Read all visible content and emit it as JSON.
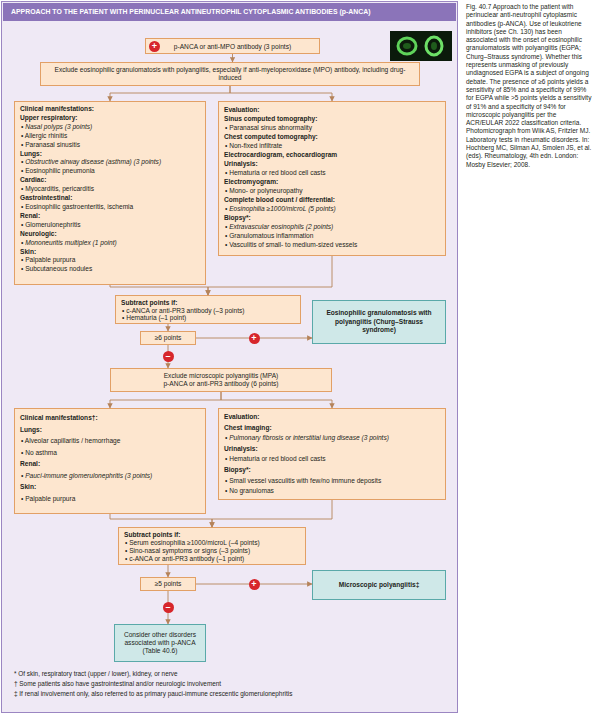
{
  "diagram": {
    "title": "APPROACH TO THE PATIENT WITH PERINUCLEAR ANTINEUTROPHIL CYTOPLASMIC ANTIBODIES (p-ANCA)",
    "caption": "Fig. 40.7 Approach to the patient with perinuclear anti-neutrophil cytoplasmic antibodies (p-ANCA). Use of leukotriene inhibitors (see Ch. 130) has been associated with the onset of eosinophilic granulomatosis with polyangiitis (EGPA; Churg–Strauss syndrome). Whether this represents unmasking of previously undiagnosed EGPA is a subject of ongoing debate. The presence of ≥6 points yields a sensitivity of 85% and a specificity of 99% for EGPA while >5 points yields a sensitivity of 91% and a specificity of 94% for microscopic polyangiitis per the ACR/EULAR 2022 classification criteria. Photomicrograph from Wiik AS, Fritzler MJ. Laboratory tests in rheumatic disorders. In: Hochberg MC, Silman AJ, Smolen JS, et al. (eds). Rheumatology, 4th edn. London: Mosby Elsevier; 2008.",
    "nodes": [
      {
        "text": [
          "p-ANCA or anti-MPO antibody (3 points)"
        ]
      },
      {
        "text": [
          "+"
        ],
        "in": 0
      },
      {
        "text": [
          "Exclude eosinophilic granulomatosis with polyangiitis, especially if anti-myeloperoxidase (MPO) antibody, including drug-induced"
        ]
      },
      {
        "text": [
          "Clinical manifestations:",
          "Upper respiratory:",
          "• Nasal polyps (3 points)",
          "• Allergic rhinitis",
          "• Paranasal sinusitis",
          "Lungs:",
          "• Obstructive airway disease (asthma) (3 points)",
          "• Eosinophilic pneumonia",
          "Cardiac:",
          "• Myocarditis, pericarditis",
          "Gastrointestinal:",
          "• Eosinophilic gastroenteritis, ischemia",
          "Renal:",
          "• Glomerulonephritis",
          "Neurologic:",
          "• Mononeuritis multiplex (1 point)",
          "Skin:",
          "• Palpable purpura",
          "• Subcutaneous nodules"
        ]
      },
      {
        "text": [
          "Evaluation:",
          "Sinus computed tomography:",
          "• Paranasal sinus abnormality",
          "Chest computed tomography:",
          "• Non-fixed infiltrate",
          "Electrocardiogram, echocardiogram",
          "Urinalysis:",
          "• Hematuria or red blood cell casts",
          "Electromyogram:",
          "• Mono- or polyneuropathy",
          "Complete blood count / differential:",
          "• Eosinophilia ≥1000/microL (5 points)",
          "Biopsy*:",
          "• Extravascular eosinophils (2 points)",
          "• Granulomatous inflammation",
          "• Vasculitis of small- to medium-sized vessels"
        ]
      },
      {
        "text": [
          "Subtract points if:",
          "• c-ANCA or anti-PR3 antibody (–3 points)",
          "• Hematuria (–1 point)"
        ]
      },
      {
        "text": [
          "≥6 points"
        ]
      },
      {
        "text": [
          "Eosinophilic granulomatosis with polyangiitis (Churg–Strauss syndrome)"
        ]
      },
      {
        "text": [
          "Exclude microscopic polyangiitis (MPA)",
          "p-ANCA or anti-PR3 antibody (6 points)"
        ]
      },
      {
        "text": [
          "Clinical manifestations†:",
          "Lungs:",
          "• Alveolar capillaritis / hemorrhage",
          "• No asthma",
          "Renal:",
          "• Pauci-immune glomerulonephritis (3 points)",
          "Skin:",
          "• Palpable purpura"
        ]
      },
      {
        "text": [
          "Evaluation:",
          "Chest imaging:",
          "• Pulmonary fibrosis or interstitial lung disease (3 points)",
          "Urinalysis:",
          "• Hematuria or red blood cell casts",
          "Biopsy*:",
          "• Small vessel vasculitis with few/no immune deposits",
          "• No granulomas"
        ]
      },
      {
        "text": [
          "Subtract points if:",
          "• Serum eosinophilia ≥1000/microL (–4 points)",
          "• Sino-nasal symptoms or signs (–3 points)",
          "• c-ANCA or anti-PR3 antibody (–1 point)"
        ]
      },
      {
        "text": [
          "≥5 points"
        ]
      },
      {
        "text": [
          "Microscopic polyangiitis‡"
        ]
      },
      {
        "text": [
          "Consider other disorders associated with p-ANCA (Table 40.6)"
        ]
      }
    ],
    "edges": [
      {
        "from": 0,
        "to": 2,
        "arrow": "to"
      },
      {
        "from": 2,
        "to": 3,
        "arrow": "to"
      },
      {
        "from": 2,
        "to": 4,
        "arrow": "to"
      },
      {
        "from": 3,
        "to": 5,
        "arrow": "to"
      },
      {
        "from": 4,
        "to": 5,
        "arrow": "to"
      },
      {
        "from": 5,
        "to": 6,
        "arrow": "to"
      },
      {
        "from": 6,
        "to": 7,
        "label": "+",
        "arrow": "to"
      },
      {
        "from": 6,
        "to": 8,
        "label": "–",
        "arrow": "to"
      },
      {
        "from": 8,
        "to": 9,
        "arrow": "to"
      },
      {
        "from": 8,
        "to": 10,
        "arrow": "to"
      },
      {
        "from": 9,
        "to": 11,
        "arrow": "to"
      },
      {
        "from": 10,
        "to": 11,
        "arrow": "to"
      },
      {
        "from": 11,
        "to": 12,
        "arrow": "to"
      },
      {
        "from": 12,
        "to": 13,
        "label": "+",
        "arrow": "to"
      },
      {
        "from": 12,
        "to": 14,
        "label": "–",
        "arrow": "to"
      }
    ],
    "labels": [
      "* Of skin, respiratory tract (upper / lower), kidney, or nerve",
      "† Some patients also have gastrointestinal and/or neurologic involvement",
      "‡ If renal involvement only, also referred to as primary pauci-immune crescentic glomerulonephritis"
    ]
  }
}
